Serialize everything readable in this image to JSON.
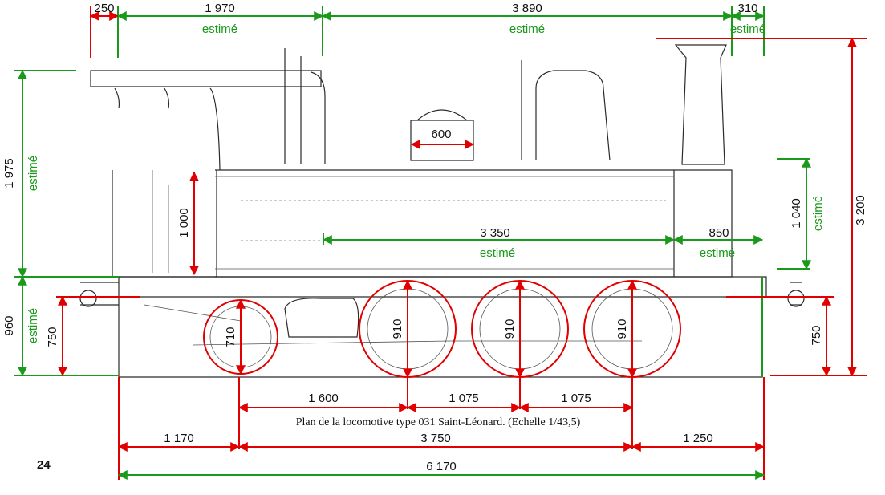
{
  "caption": "Plan de la locomotive type 031 Saint-Léonard. (Echelle 1/43,5)",
  "page_number": "24",
  "colors": {
    "measured": "#e00000",
    "estimated": "#1a9a1a"
  },
  "top_dims": {
    "d250": "250",
    "d1970": "1 970",
    "d3890": "3 890",
    "d310": "310",
    "est_1970": "estimé",
    "est_3890": "estimé",
    "est_310": "estimé"
  },
  "left_dims": {
    "d1975": "1 975",
    "est_1975": "estimé",
    "d960": "960",
    "est_960": "estimé",
    "d750": "750"
  },
  "body_dims": {
    "d1000": "1 000",
    "d600": "600",
    "d3350": "3 350",
    "est_3350": "estimé",
    "d850": "850",
    "est_850": "estimé"
  },
  "right_dims": {
    "d1040": "1 040",
    "est_1040": "estimé",
    "d3200": "3 200",
    "d750r": "750"
  },
  "wheels": {
    "w710": "710",
    "w910a": "910",
    "w910b": "910",
    "w910c": "910"
  },
  "bottom_dims": {
    "d1600": "1 600",
    "d1075a": "1 075",
    "d1075b": "1 075",
    "d1170": "1 170",
    "d3750": "3 750",
    "d1250": "1 250",
    "d6170": "6 170"
  }
}
